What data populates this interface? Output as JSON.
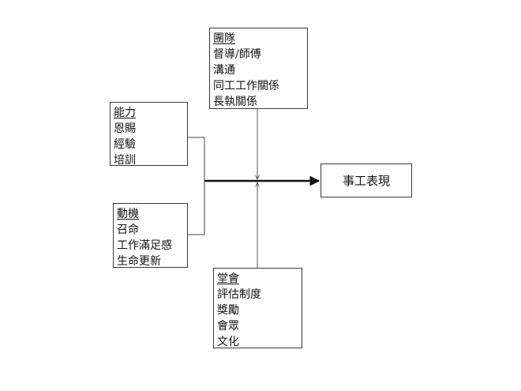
{
  "diagram": {
    "team": {
      "title": "團隊",
      "items": [
        "督導/師傅",
        "溝通",
        "同工工作關係",
        "長執關係"
      ]
    },
    "ability": {
      "title": "能力",
      "items": [
        "恩賜",
        "經驗",
        "培訓"
      ]
    },
    "motivation": {
      "title": "動機",
      "items": [
        "召命",
        "工作滿足感",
        "生命更新"
      ]
    },
    "church": {
      "title": "堂會",
      "items": [
        "評估制度",
        "獎勵",
        "會眾",
        "文化"
      ]
    },
    "outcome": {
      "label": "事工表現"
    }
  }
}
